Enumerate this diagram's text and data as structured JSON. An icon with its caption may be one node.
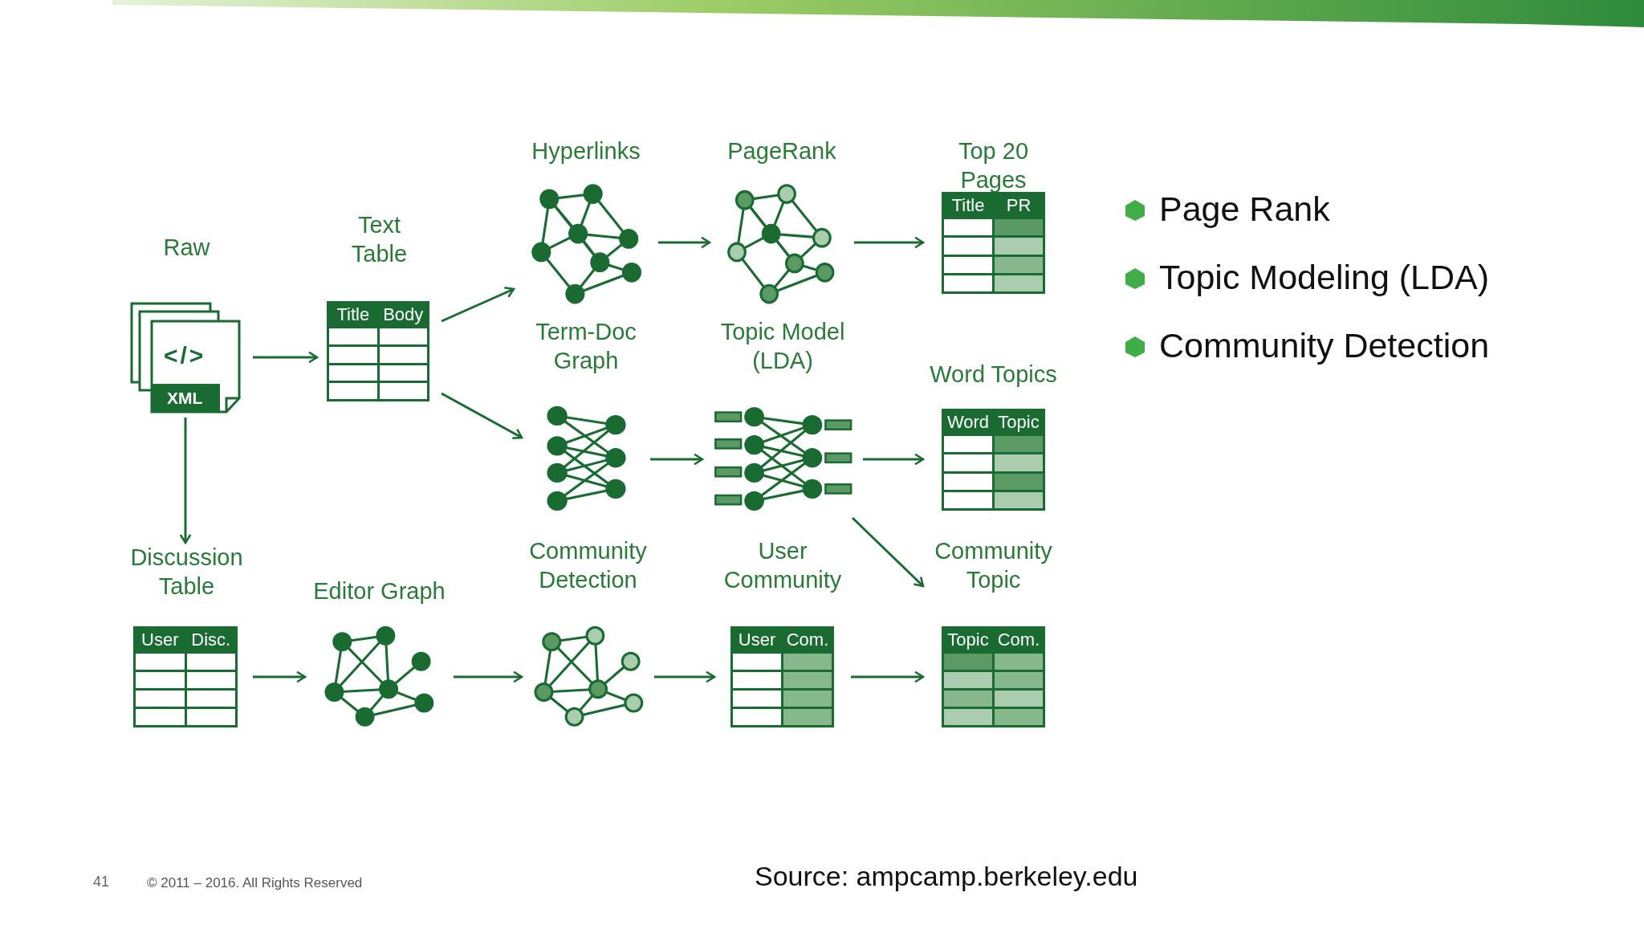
{
  "diagram": {
    "nodes": [
      {
        "text": [
          "Raw",
          "</>",
          "XML"
        ]
      },
      {
        "text": [
          "Text Table",
          "Title",
          "Body"
        ]
      },
      {
        "text": [
          "Hyperlinks"
        ]
      },
      {
        "text": [
          "PageRank"
        ]
      },
      {
        "text": [
          "Top 20 Pages",
          "Title",
          "PR"
        ]
      },
      {
        "text": [
          "Term-Doc Graph"
        ]
      },
      {
        "text": [
          "Topic Model (LDA)"
        ]
      },
      {
        "text": [
          "Word Topics",
          "Word",
          "Topic"
        ]
      },
      {
        "text": [
          "Discussion Table",
          "User",
          "Disc."
        ]
      },
      {
        "text": [
          "Editor Graph"
        ]
      },
      {
        "text": [
          "Community Detection"
        ]
      },
      {
        "text": [
          "User Community",
          "User",
          "Com."
        ]
      },
      {
        "text": [
          "Community Topic",
          "Topic",
          "Com."
        ]
      }
    ],
    "edges": [
      {
        "from": 0,
        "to": 1,
        "arrow": "to"
      },
      {
        "from": 1,
        "to": 2,
        "arrow": "to"
      },
      {
        "from": 1,
        "to": 5,
        "arrow": "to"
      },
      {
        "from": 2,
        "to": 3,
        "arrow": "to"
      },
      {
        "from": 3,
        "to": 4,
        "arrow": "to"
      },
      {
        "from": 5,
        "to": 6,
        "arrow": "to"
      },
      {
        "from": 6,
        "to": 7,
        "arrow": "to"
      },
      {
        "from": 0,
        "to": 8,
        "arrow": "to"
      },
      {
        "from": 8,
        "to": 9,
        "arrow": "to"
      },
      {
        "from": 9,
        "to": 10,
        "arrow": "to"
      },
      {
        "from": 10,
        "to": 11,
        "arrow": "to"
      },
      {
        "from": 11,
        "to": 12,
        "arrow": "to"
      },
      {
        "from": 6,
        "to": 12,
        "arrow": "to"
      }
    ],
    "labels": [
      "Page Rank",
      "Topic Modeling (LDA)",
      "Community Detection",
      "41",
      "© 2011 – 2016. All Rights Reserved",
      "Source: ampcamp.berkeley.edu"
    ]
  }
}
